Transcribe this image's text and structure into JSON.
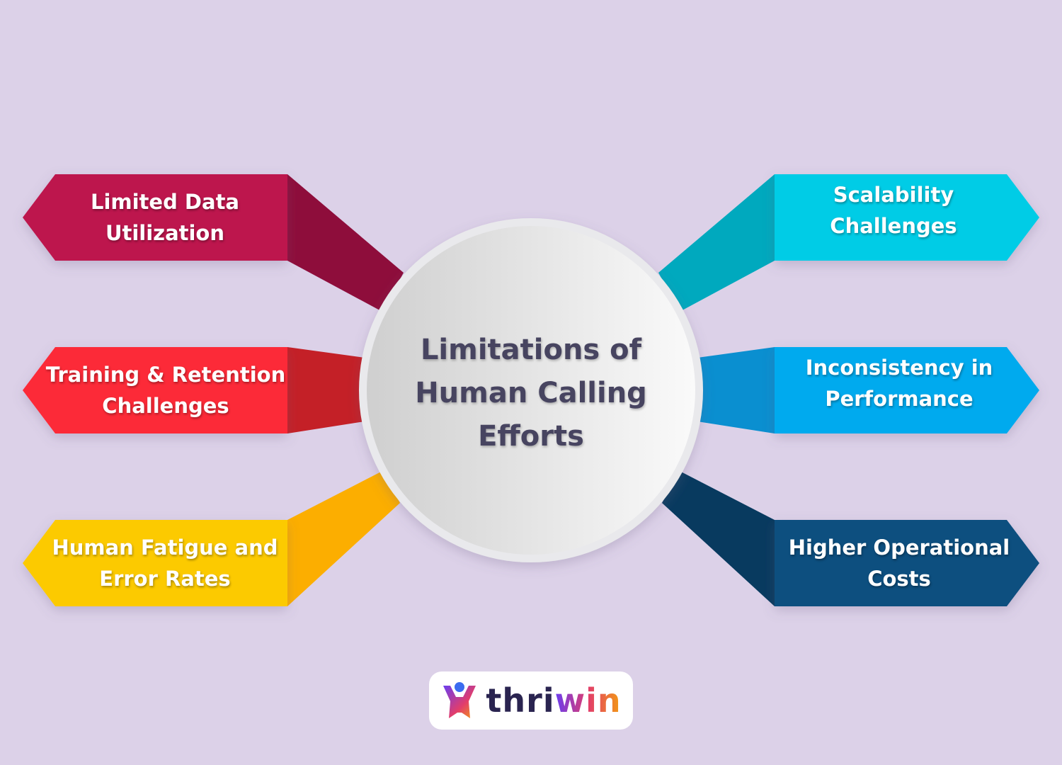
{
  "center": {
    "title": "Limitations of\nHuman Calling\nEfforts"
  },
  "items": [
    {
      "label": "Limited Data\nUtilization",
      "color": "#bd164d",
      "connector_color": "#8e0d3b"
    },
    {
      "label": "Training & Retention\nChallenges",
      "color": "#fc2a38",
      "connector_color": "#c42027"
    },
    {
      "label": "Human Fatigue and\nError Rates",
      "color": "#fcca00",
      "connector_color": "#fcae00"
    },
    {
      "label": "Scalability\nChallenges",
      "color": "#00cce6",
      "connector_color": "#00a9be"
    },
    {
      "label": "Inconsistency in\nPerformance",
      "color": "#04aaee",
      "connector_color": "#0a8fd0"
    },
    {
      "label": "Higher Operational\nCosts",
      "color": "#0f4f7f",
      "connector_color": "#083a5f"
    }
  ],
  "logo": {
    "prefix": "thri",
    "highlight": "win",
    "icon": "person-raising-arms-icon"
  }
}
